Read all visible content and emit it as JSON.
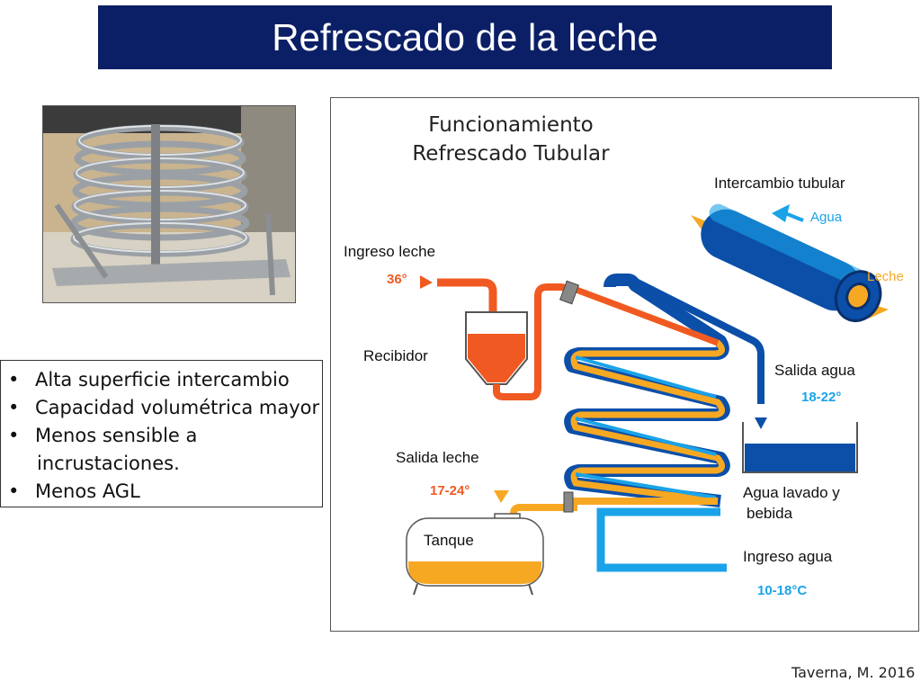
{
  "slide": {
    "title": "Refrescado de la leche",
    "credit": "Taverna, M. 2016"
  },
  "bullets": [
    "Alta superficie intercambio",
    "Capacidad volumétrica mayor",
    "Menos sensible a",
    "incrustaciones.",
    "Menos AGL"
  ],
  "diagram": {
    "title_line1": "Funcionamiento",
    "title_line2": "Refrescado Tubular",
    "intercambio": "Intercambio tubular",
    "agua": "Agua",
    "leche": "Leche",
    "ingreso_leche": "Ingreso leche",
    "ingreso_leche_temp": "36°",
    "recibidor": "Recibidor",
    "salida_agua": "Salida agua",
    "salida_agua_temp": "18-22°",
    "salida_leche": "Salida leche",
    "salida_leche_temp": "17-24°",
    "agua_lavado_1": "Agua lavado y",
    "agua_lavado_2": "bebida",
    "tanque": "Tanque",
    "ingreso_agua": "Ingreso agua",
    "ingreso_agua_temp": "10-18°C"
  },
  "colors": {
    "title_bg": "#0b1f66",
    "milk_hot": "#f05a22",
    "milk_warm": "#f7a823",
    "water_dark": "#0b4fa8",
    "water_light": "#1aa3e8"
  }
}
